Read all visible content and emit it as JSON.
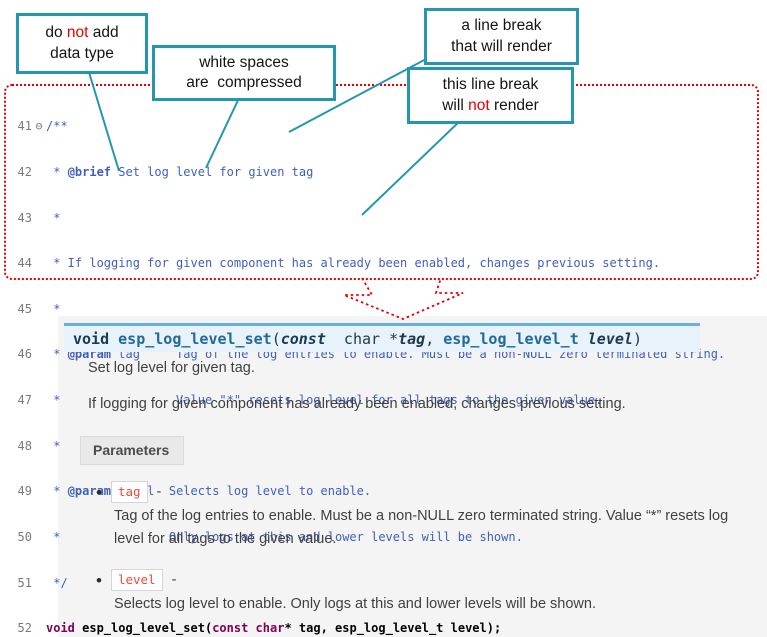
{
  "colors": {
    "callout_border": "#2596af",
    "connector_line": "#2596af",
    "highlight_red": "#e60000",
    "code_comment": "#3f5fbf",
    "code_keyword": "#7f0055",
    "signature_bar_bg": "#e7f2fa",
    "signature_bar_border": "#6ab0de",
    "param_literal_red": "#e74c3c",
    "docs_panel_bg": "#f4f4f4"
  },
  "callouts": {
    "box1": {
      "tokens": [
        {
          "t": "do "
        },
        {
          "t": "not",
          "cls": "red"
        },
        {
          "t": " add\ndata type"
        }
      ]
    },
    "box2": {
      "tokens": [
        {
          "t": "white spaces\nare  compressed"
        }
      ]
    },
    "box3": {
      "tokens": [
        {
          "t": "a line break\nthat will render"
        }
      ]
    },
    "box4": {
      "tokens": [
        {
          "t": "this line break\nwill "
        },
        {
          "t": "not",
          "cls": "red"
        },
        {
          "t": " render"
        }
      ]
    }
  },
  "code": {
    "lines": [
      {
        "num": "41",
        "fold": "⊖",
        "tokens": [
          {
            "t": "/**",
            "cls": "doc"
          }
        ]
      },
      {
        "num": "42",
        "fold": "",
        "tokens": [
          {
            "t": " * ",
            "cls": "doc"
          },
          {
            "t": "@brief",
            "cls": "tag"
          },
          {
            "t": " Set log level for given tag",
            "cls": "doc"
          }
        ]
      },
      {
        "num": "43",
        "fold": "",
        "tokens": [
          {
            "t": " *",
            "cls": "doc"
          }
        ]
      },
      {
        "num": "44",
        "fold": "",
        "tokens": [
          {
            "t": " * If logging for given component has already been enabled, changes previous setting.",
            "cls": "doc"
          }
        ]
      },
      {
        "num": "45",
        "fold": "",
        "tokens": [
          {
            "t": " *",
            "cls": "doc"
          }
        ]
      },
      {
        "num": "46",
        "fold": "",
        "tokens": [
          {
            "t": " * ",
            "cls": "doc"
          },
          {
            "t": "@param",
            "cls": "tag"
          },
          {
            "t": " tag     Tag of the log entries to enable. Must be a non-NULL zero terminated string.",
            "cls": "doc"
          }
        ]
      },
      {
        "num": "47",
        "fold": "",
        "tokens": [
          {
            "t": " *                Value \"*\" resets log level for all tags to the given value.",
            "cls": "doc"
          }
        ]
      },
      {
        "num": "48",
        "fold": "",
        "tokens": [
          {
            "t": " *",
            "cls": "doc"
          }
        ]
      },
      {
        "num": "49",
        "fold": "",
        "tokens": [
          {
            "t": " * ",
            "cls": "doc"
          },
          {
            "t": "@param",
            "cls": "tag"
          },
          {
            "t": " level  Selects log level to enable.",
            "cls": "doc"
          }
        ]
      },
      {
        "num": "50",
        "fold": "",
        "tokens": [
          {
            "t": " *               Only logs at this and lower levels will be shown.",
            "cls": "doc"
          }
        ]
      },
      {
        "num": "51",
        "fold": "",
        "tokens": [
          {
            "t": " */",
            "cls": "doc"
          }
        ]
      },
      {
        "num": "52",
        "fold": "",
        "tokens": [
          {
            "t": "void",
            "cls": "kw"
          },
          {
            "t": " esp_log_level_set(",
            "cls": "pl"
          },
          {
            "t": "const",
            "cls": "kw"
          },
          {
            "t": " ",
            "cls": "pl"
          },
          {
            "t": "char",
            "cls": "kw"
          },
          {
            "t": "* tag, esp_log_level_t level);",
            "cls": "pl"
          }
        ]
      }
    ]
  },
  "docs": {
    "signature": {
      "tokens": [
        {
          "t": "void ",
          "cls": "s-kw"
        },
        {
          "t": "esp_log_level_set",
          "cls": "s-name"
        },
        {
          "t": "(",
          "cls": "s-p"
        },
        {
          "t": "const",
          "cls": "s-const"
        },
        {
          "t": "  char *",
          "cls": "s-p"
        },
        {
          "t": "tag",
          "cls": "s-param"
        },
        {
          "t": ", ",
          "cls": "s-p"
        },
        {
          "t": "esp_log_level_t ",
          "cls": "s-type"
        },
        {
          "t": "level",
          "cls": "s-param"
        },
        {
          "t": ")",
          "cls": "s-p"
        }
      ]
    },
    "brief": "Set log level for given tag.",
    "detail": "If logging for given component has already been enabled, changes previous setting.",
    "parameters_label": "Parameters",
    "bullet_glyph": "•",
    "params": [
      {
        "name": "tag",
        "dash": "-",
        "desc": "Tag of the log entries to enable. Must be a non-NULL zero terminated string. Value “*” resets log level for all tags to the given value."
      },
      {
        "name": "level",
        "dash": "-",
        "desc": "Selects log level to enable. Only logs at this and lower levels will be shown."
      }
    ]
  }
}
